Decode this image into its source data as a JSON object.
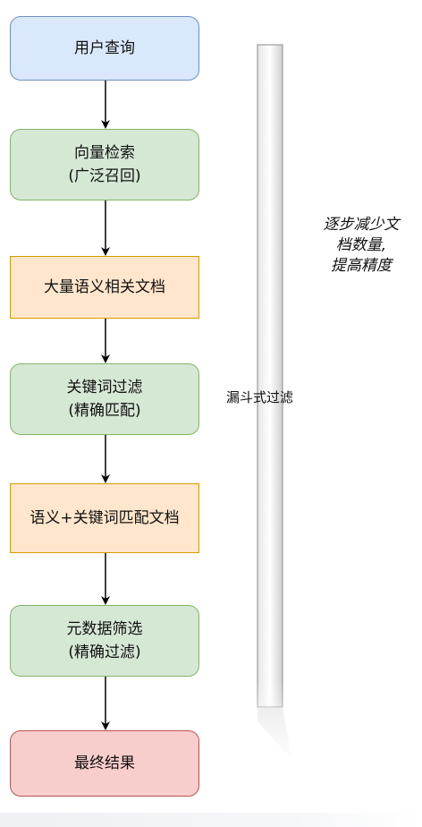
{
  "nodes": {
    "query": {
      "lines": [
        "用户查询"
      ]
    },
    "vector_search": {
      "lines": [
        "向量检索",
        "(广泛召回)"
      ]
    },
    "semantic_docs": {
      "lines": [
        "大量语义相关文档"
      ]
    },
    "keyword_filter": {
      "lines": [
        "关键词过滤",
        "(精确匹配)"
      ]
    },
    "hybrid_docs": {
      "lines": [
        "语义+关键词匹配文档"
      ]
    },
    "metadata_filter": {
      "lines": [
        "元数据筛选",
        "(精确过滤)"
      ]
    },
    "final_result": {
      "lines": [
        "最终结果"
      ]
    }
  },
  "funnel": {
    "label": "漏斗式过滤"
  },
  "side_note": {
    "lines": [
      "逐步减少文",
      "档数量,",
      "提高精度"
    ]
  },
  "colors": {
    "blue_fill": "#dae8fc",
    "blue_stroke": "#6c8ebf",
    "green_fill": "#d5e8d4",
    "green_stroke": "#82b366",
    "orange_fill": "#ffe6cc",
    "orange_stroke": "#d79b00",
    "red_fill": "#f8cecc",
    "red_stroke": "#b85450",
    "arrow": "#000000"
  }
}
